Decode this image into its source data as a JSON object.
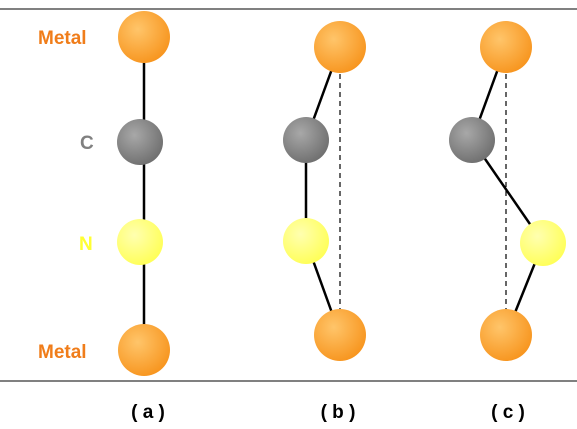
{
  "labels": {
    "metal_top": "Metal",
    "carbon": "C",
    "nitrogen": "N",
    "metal_bottom": "Metal"
  },
  "panels": {
    "a": "( a )",
    "b": "( b )",
    "c": "( c )"
  },
  "colors": {
    "metal": "#f7941d",
    "carbon": "#808080",
    "nitrogen": "#ffff66",
    "metal_label": "#f07d1a",
    "carbon_label": "#808080",
    "nitrogen_label": "#ffff33",
    "line": "#000000"
  }
}
